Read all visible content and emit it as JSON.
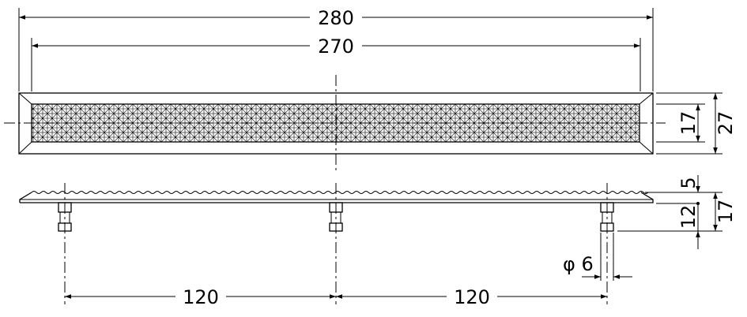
{
  "drawing": {
    "top_view": {
      "overall_length": "280",
      "inner_length": "270",
      "inner_width": "17",
      "overall_width": "27"
    },
    "side_view": {
      "plate_thickness": "5",
      "post_height": "12",
      "total_height": "17",
      "post_diameter": "φ 6",
      "post_spacing_left": "120",
      "post_spacing_right": "120"
    }
  }
}
